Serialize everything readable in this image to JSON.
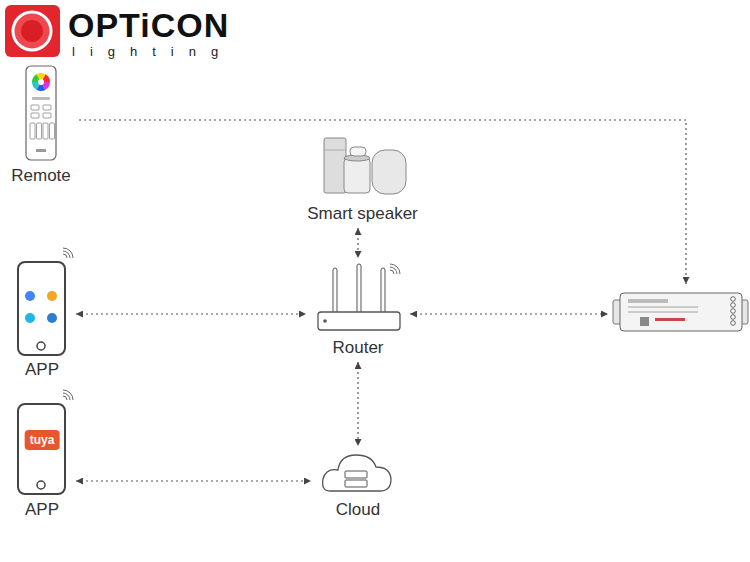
{
  "diagram": {
    "nodes": [
      {
        "text": [
          "Remote"
        ]
      },
      {
        "text": [
          "Smart speaker"
        ]
      },
      {
        "text": [
          "APP"
        ]
      },
      {
        "text": [
          "Router"
        ]
      },
      {
        "text": []
      },
      {
        "text": [
          "tuya",
          "APP"
        ]
      },
      {
        "text": [
          "Cloud"
        ]
      }
    ],
    "edges": [
      {
        "from": 0,
        "to": 4,
        "arrow": "to"
      },
      {
        "from": 1,
        "to": 3,
        "arrow": "both"
      },
      {
        "from": 2,
        "to": 3,
        "arrow": "both"
      },
      {
        "from": 3,
        "to": 4,
        "arrow": "both"
      },
      {
        "from": 3,
        "to": 6,
        "arrow": "both"
      },
      {
        "from": 5,
        "to": 6,
        "arrow": "both"
      }
    ],
    "labels": [
      "OPTiCON",
      "lighting"
    ]
  }
}
